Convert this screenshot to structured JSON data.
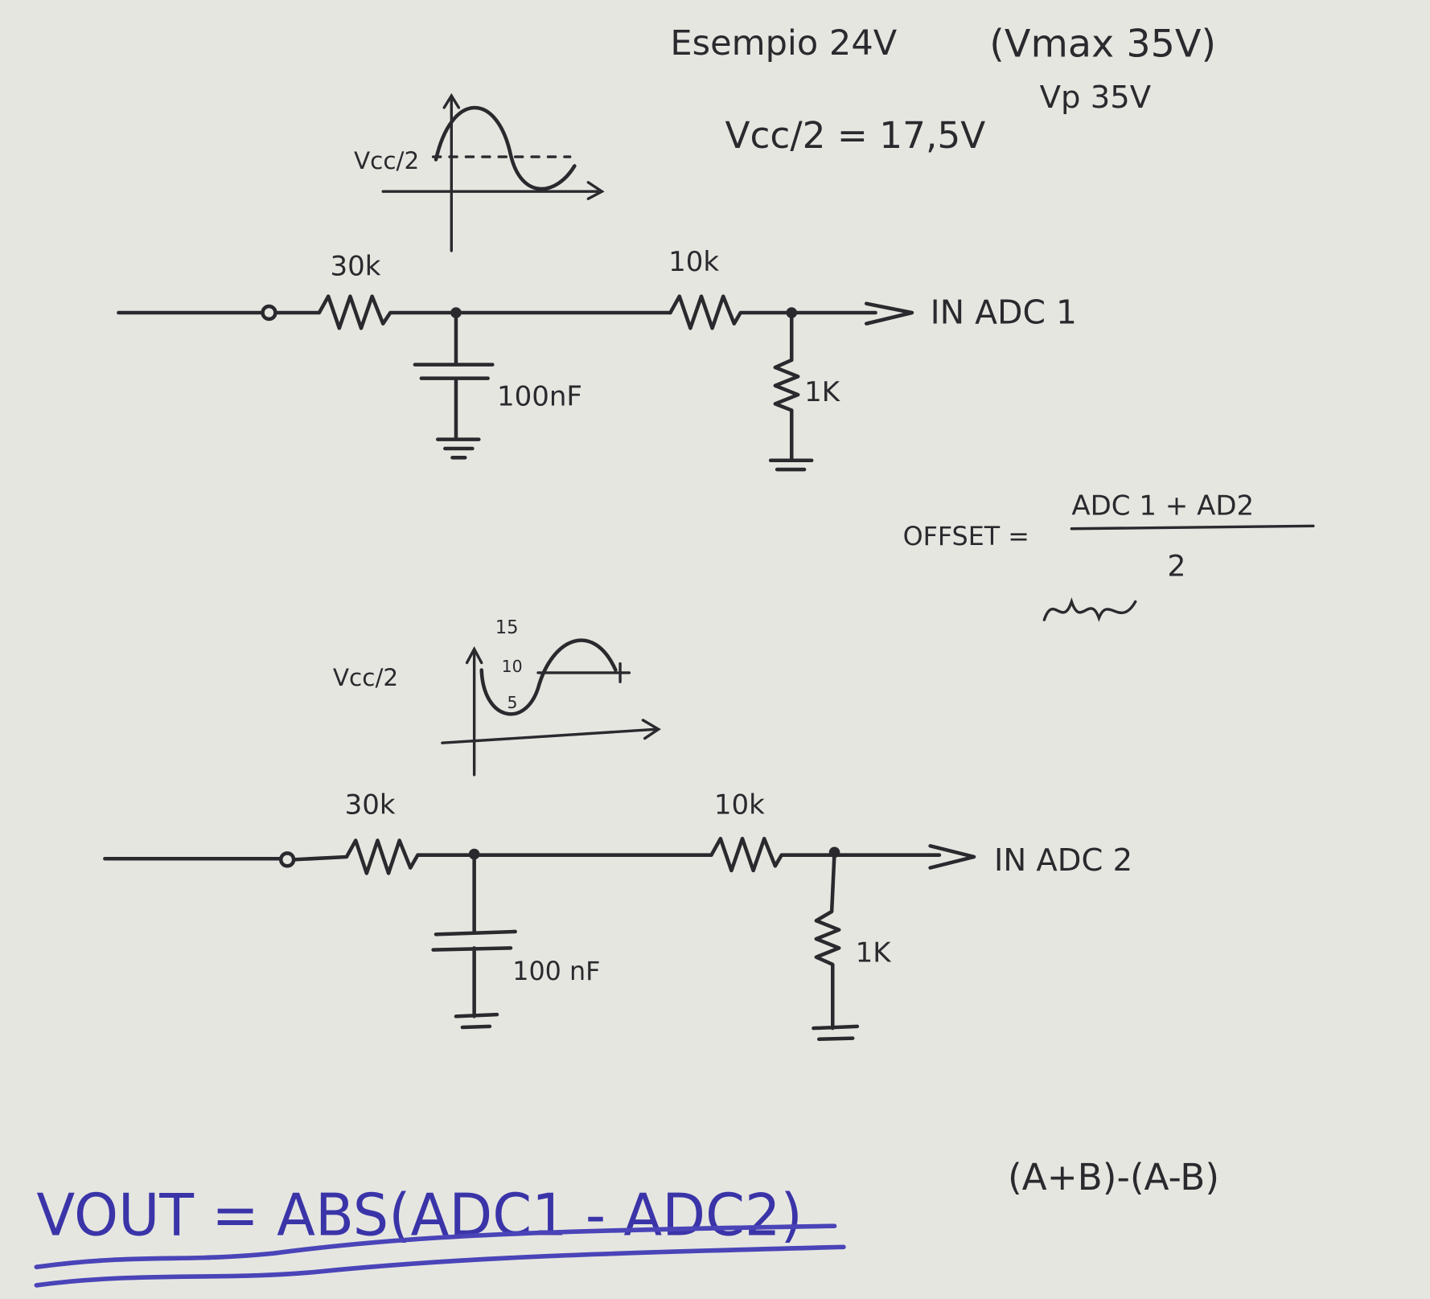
{
  "header": {
    "example": "Esempio 24V",
    "vmax": "(Vmax 35V)",
    "vp": "Vp 35V",
    "vcc_half": "Vcc/2 = 17,5V"
  },
  "circuit1": {
    "graph_label": "Vcc/2",
    "r_series": "30k",
    "capacitor": "100nF",
    "r_series2": "10k",
    "r_shunt": "1K",
    "output": "IN ADC 1"
  },
  "offset": {
    "label": "OFFSET =",
    "numerator": "ADC 1 + AD2",
    "denominator": "2"
  },
  "circuit2": {
    "graph_label": "Vcc/2",
    "tick_15": "15",
    "tick_10": "10",
    "tick_5": "5",
    "r_series": "30k",
    "capacitor": "100 nF",
    "r_series2": "10k",
    "r_shunt": "1K",
    "output": "IN ADC 2"
  },
  "formula": {
    "vout": "VOUT = ABS(ADC1 - ADC2)",
    "identity": "(A+B)-(A-B)"
  },
  "colors": {
    "paper": "#e6e6e1",
    "pencil": "#2a2a2e",
    "blue_pen": "#3a34a8"
  }
}
